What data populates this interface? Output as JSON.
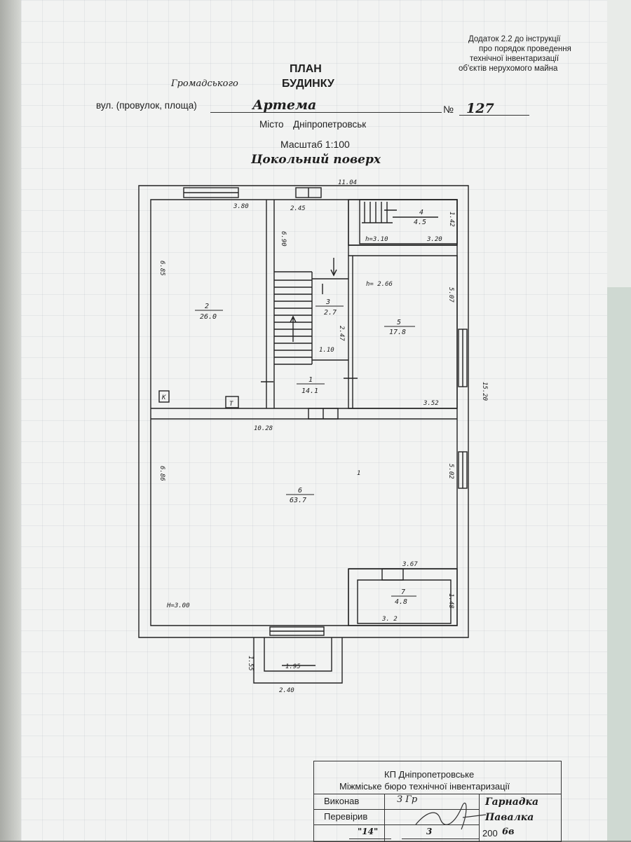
{
  "header": {
    "annex_line1": "Додаток 2.2 до інструкції",
    "annex_line2": "про порядок проведення",
    "annex_line3": "технічної інвентаризації",
    "annex_line4": "об'єктів нерухомого майна",
    "title_plan": "ПЛАН",
    "handwritten_type": "Громадського",
    "title_building": "БУДИНКУ",
    "street_label": "вул. (провулок, площа)",
    "street_value": "Артема",
    "number_label": "№",
    "number_value": "127",
    "city_label": "Місто",
    "city_value": "Дніпропетровськ",
    "scale": "Масштаб 1:100",
    "floor_name": "Цокольний поверх"
  },
  "plan": {
    "overall_top": "11.04",
    "overall_right": "15.20",
    "rooms": [
      {
        "id": "1",
        "area": "14.1"
      },
      {
        "id": "2",
        "area": "26.0"
      },
      {
        "id": "3",
        "area": "2.7"
      },
      {
        "id": "4",
        "area": "4.5"
      },
      {
        "id": "5",
        "area": "17.8"
      },
      {
        "id": "6",
        "area": "63.7"
      },
      {
        "id": "7",
        "area": "4.8"
      }
    ],
    "dims": {
      "d380": "3.80",
      "d245": "2.45",
      "d690": "6.90",
      "d685": "6.85",
      "h310": "h=3.10",
      "d320": "3.20",
      "d142": "1.42",
      "h266": "h= 2.66",
      "d507": "5.07",
      "d247": "2.47",
      "d110": "1.10",
      "d352": "3.52",
      "d1028": "10.28",
      "d686": "6.86",
      "d502": "5.02",
      "d367": "3.67",
      "d148": "1.48",
      "d32": "3. 2",
      "h300": "H=3.00",
      "d155": "1.55",
      "d195": "1.95",
      "d240": "2.40",
      "k_mark": "K",
      "t_mark": "T",
      "one_mark": "1"
    }
  },
  "stamp": {
    "org_line1": "КП Дніпропетровське",
    "org_line2": "Міжміське бюро технічної інвентаризації",
    "executed_label": "Виконав",
    "executed_sig": "З Гр",
    "executed_name": "Гарнадка",
    "checked_label": "Перевірив",
    "checked_name": "Павалка",
    "date_day": "\"14\"",
    "date_month": "3",
    "date_year_prefix": "200",
    "date_year_suffix": "6в"
  }
}
